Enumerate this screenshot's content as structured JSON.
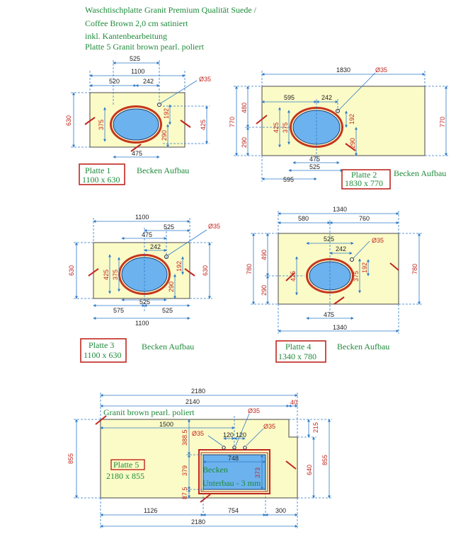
{
  "header": {
    "line1": "Waschtischplatte Granit Premium Qualität Suede /",
    "line2": "Coffee Brown 2,0 cm satiniert",
    "line3": "inkl. Kantenbearbeitung",
    "line4": "Platte 5 Granit brown pearl. poliert"
  },
  "plates": {
    "p1": {
      "name": "Platte 1",
      "size": "1100 x 630",
      "basin": "Becken Aufbau",
      "dims": {
        "top1": "525",
        "top2": "1100",
        "top3a": "520",
        "top3b": "242",
        "hole": "Ø35",
        "left": "630",
        "inner1": "375",
        "inner2": "290",
        "inner3": "192",
        "right": "425",
        "bottom": "475"
      }
    },
    "p2": {
      "name": "Platte 2",
      "size": "1830 x 770",
      "basin": "Becken Aufbau",
      "dims": {
        "top": "1830",
        "hole": "Ø35",
        "a": "595",
        "b": "242",
        "left1": "480",
        "left2": "770",
        "left3": "290",
        "inner1": "425",
        "inner2": "375",
        "inner3": "192",
        "inner4": "290",
        "right": "770",
        "bot1": "475",
        "bot2": "525",
        "bot3": "595"
      }
    },
    "p3": {
      "name": "Platte 3",
      "size": "1100 x 630",
      "basin": "Becken Aufbau",
      "dims": {
        "top": "1100",
        "hole": "Ø35",
        "a": "475",
        "b": "525",
        "c": "242",
        "left": "630",
        "inner1": "425",
        "inner2": "375",
        "inner3": "290",
        "inner4": "192",
        "right": "630",
        "bot1": "575",
        "bot2": "525",
        "bot3": "525",
        "bot4": "1100"
      }
    },
    "p4": {
      "name": "Platte 4",
      "size": "1340 x 780",
      "basin": "Becken Aufbau",
      "dims": {
        "top": "1340",
        "a": "580",
        "b": "760",
        "c": "525",
        "hole": "Ø35",
        "d": "242",
        "left1": "490",
        "left2": "780",
        "left3": "290",
        "inner1": "425",
        "inner2": "375",
        "inner3": "192",
        "right": "780",
        "bot1": "475",
        "bot2": "1340"
      }
    },
    "p5": {
      "name": "Platte 5",
      "size": "2180 x 855",
      "basin1": "Becken",
      "basin2": "Unterbau - 3 mm",
      "material": "Granit brown pearl. poliert",
      "dims": {
        "top1": "2180",
        "top2": "2140",
        "top3": "40",
        "hole1": "Ø35",
        "hole2": "Ø35",
        "hole3": "Ø35",
        "a": "1500",
        "b": "120",
        "c": "120",
        "d": "215",
        "left": "855",
        "v1": "388.5",
        "v2": "379",
        "v3": "87.5",
        "w": "748",
        "h": "373",
        "right1": "640",
        "right2": "855",
        "bot1": "1126",
        "bot2": "754",
        "bot3": "300",
        "bot4": "2180"
      }
    }
  }
}
